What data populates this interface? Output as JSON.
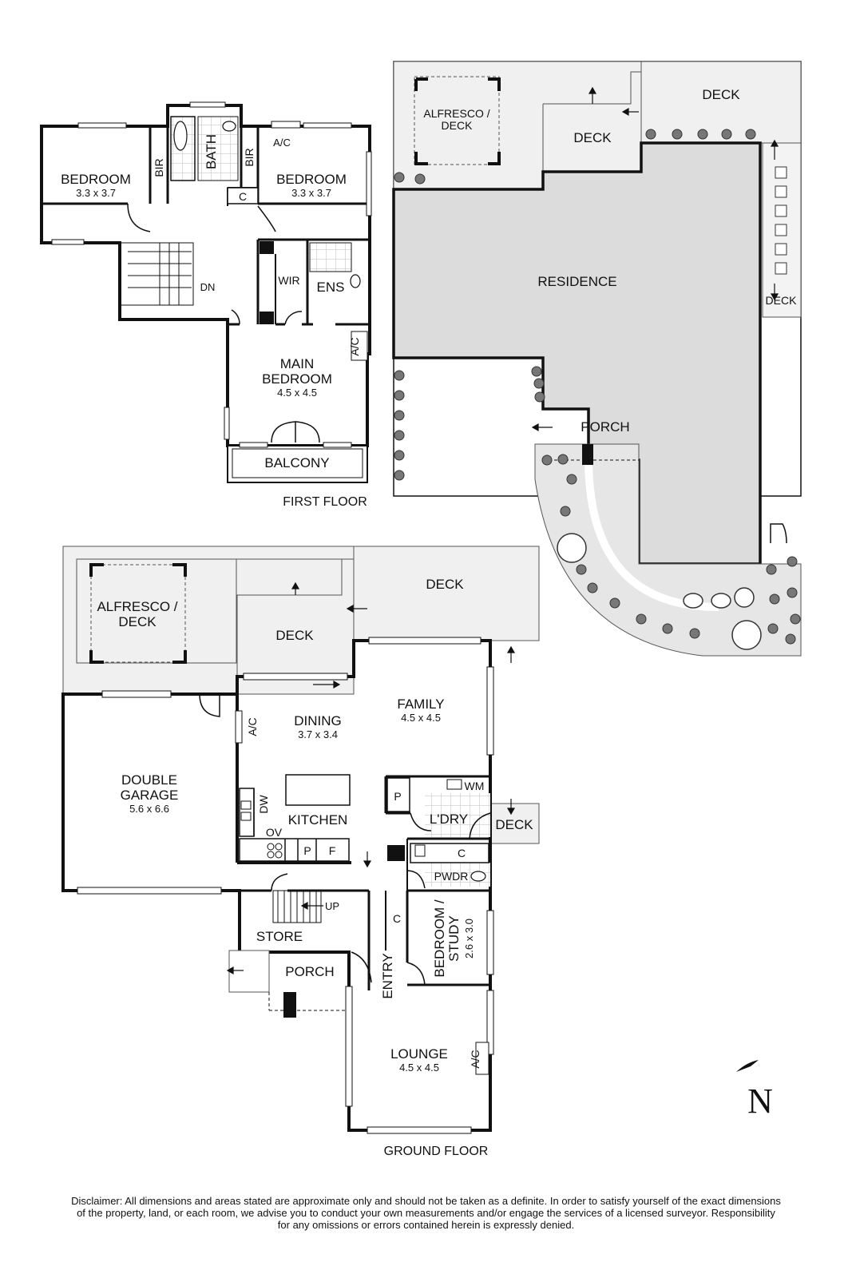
{
  "first_floor": {
    "title": "FIRST FLOOR",
    "bedroom_left": {
      "name": "BEDROOM",
      "dims": "3.3 x 3.7"
    },
    "bedroom_right": {
      "name": "BEDROOM",
      "dims": "3.3 x 3.7"
    },
    "bath": "BATH",
    "bir_left": "BIR",
    "bir_right": "BIR",
    "ac_top": "A/C",
    "cupboard": "C",
    "stairs_dn": "DN",
    "wir": "WIR",
    "ens": "ENS",
    "ac_main": "A/C",
    "main_bedroom": {
      "name_line1": "MAIN",
      "name_line2": "BEDROOM",
      "dims": "4.5 x 4.5"
    },
    "balcony": "BALCONY"
  },
  "site_plan": {
    "alfresco_line1": "ALFRESCO /",
    "alfresco_line2": "DECK",
    "deck_top_right": "DECK",
    "deck_mid": "DECK",
    "residence": "RESIDENCE",
    "deck_side": "DECK",
    "porch": "PORCH"
  },
  "ground_floor": {
    "title": "GROUND FLOOR",
    "alfresco_line1": "ALFRESCO /",
    "alfresco_line2": "DECK",
    "deck_top": "DECK",
    "deck_lower": "DECK",
    "dining": {
      "name": "DINING",
      "dims": "3.7 x 3.4"
    },
    "family": {
      "name": "FAMILY",
      "dims": "4.5 x 4.5"
    },
    "ac_dining": "A/C",
    "garage": {
      "name_line1": "DOUBLE",
      "name_line2": "GARAGE",
      "dims": "5.6 x 6.6"
    },
    "dw": "DW",
    "kitchen": "KITCHEN",
    "ov": "OV",
    "pantry": "P",
    "fridge": "F",
    "laundry_p": "P",
    "wm": "WM",
    "laundry": "L'DRY",
    "deck_side": "DECK",
    "laundry_c": "C",
    "powder": "PWDR",
    "stairs_up": "UP",
    "store": "STORE",
    "porch": "PORCH",
    "entry": "ENTRY",
    "bed_c": "C",
    "bedroom_study_line1": "BEDROOM /",
    "bedroom_study_line2": "STUDY",
    "bedroom_study_dims": "2.6 x 3.0",
    "lounge": {
      "name": "LOUNGE",
      "dims": "4.5 x 4.5"
    },
    "ac_lounge": "A/C"
  },
  "north_label": "N",
  "disclaimer": {
    "line1": "Disclaimer: All dimensions and areas stated are approximate only and should not be taken as a definite. In order to satisfy yourself of the exact dimensions",
    "line2": "of the property, land, or each room, we advise you to conduct your own measurements and/or engage the services of a licensed surveyor. Responsibility",
    "line3": "for any omissions or errors contained herein is expressly denied."
  },
  "colors": {
    "wall": "#111111",
    "deck_fill": "#f0f0f0",
    "residence_fill": "#e0e0e0",
    "garden_fill": "#e6e6e6",
    "tile": "#bbbbbb"
  }
}
